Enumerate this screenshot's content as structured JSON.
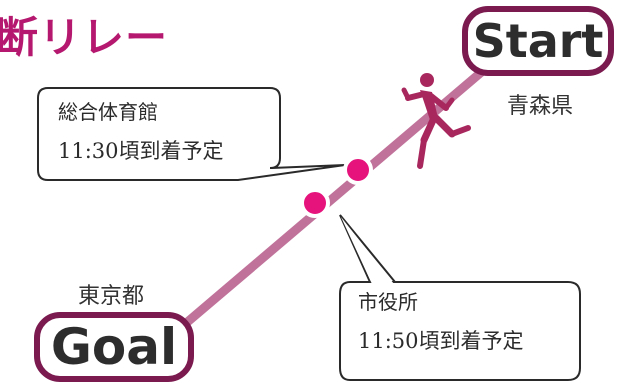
{
  "title": "断リレー",
  "start": {
    "label": "Start",
    "prefecture": "青森県"
  },
  "goal": {
    "label": "Goal",
    "prefecture": "東京都"
  },
  "checkpoints": [
    {
      "name": "総合体育館",
      "eta": "11:30頃到着予定"
    },
    {
      "name": "市役所",
      "eta": "11:50頃到着予定"
    }
  ],
  "colors": {
    "accent": "#b5196f",
    "route_line": "#c0729a",
    "badge_border": "#7a1a4e",
    "dot": "#e6137d",
    "runner": "#a8285e"
  },
  "icons": {
    "runner": "runner-icon"
  }
}
